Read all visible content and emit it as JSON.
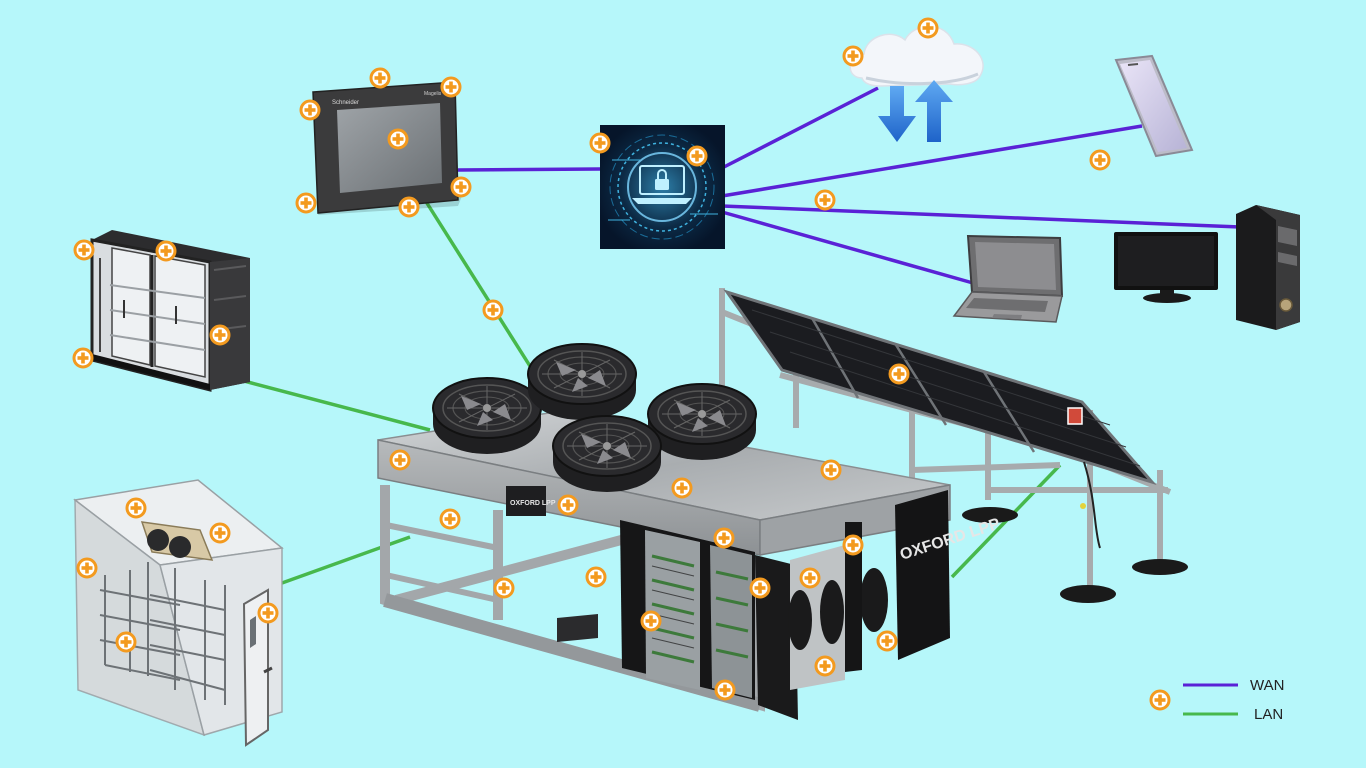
{
  "colors": {
    "background": "#b6f7fa",
    "wan": "#5a22d6",
    "lan": "#47b84c",
    "hotspot": "#f39a1f"
  },
  "devices": {
    "hmi_brand": "Schneider",
    "hmi_model": "Magelis",
    "unit_logo": "OXFORD LPP",
    "door_logo": "OXFORD LPP"
  },
  "icons": [
    "cloud-icon",
    "smartphone-icon",
    "desktop-computer-icon",
    "laptop-icon",
    "security-gateway-icon",
    "hmi-touch-panel-icon",
    "display-fridge-icon",
    "cold-room-icon",
    "condensing-unit-icon",
    "solar-array-icon"
  ],
  "legend": {
    "wan_label": "WAN",
    "lan_label": "LAN"
  }
}
